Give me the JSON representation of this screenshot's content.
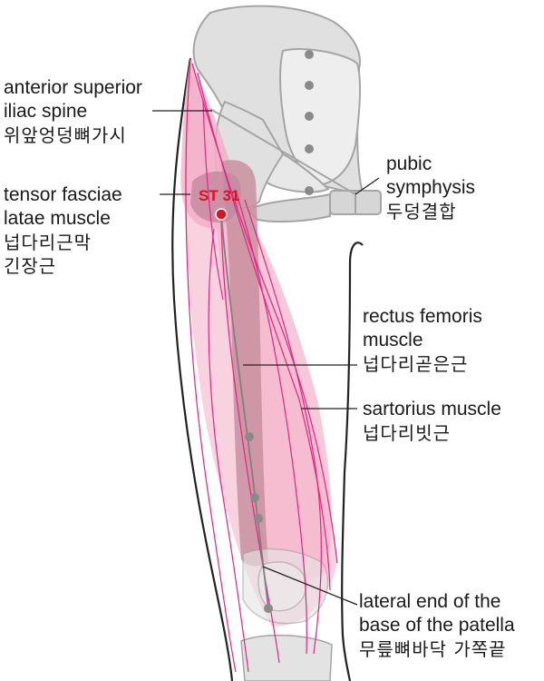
{
  "acupoint": {
    "name": "ST 31",
    "color": "#e0101e"
  },
  "colors": {
    "bone": "#e0e0e0",
    "bone_stroke": "#a5a5a5",
    "muscle_fill": "#f7c3d6",
    "muscle_line": "#e02585",
    "femur_shaft": "#c8909f",
    "marker": "#8a8a8a"
  },
  "labels": {
    "asis": {
      "line1": "anterior superior",
      "line2": "iliac spine",
      "kor": "위앞엉덩뼈가시"
    },
    "tfl": {
      "line1": "tensor fasciae",
      "line2": "latae muscle",
      "kor1": "넙다리근막",
      "kor2": "긴장근"
    },
    "pubic": {
      "line1": "pubic",
      "line2": "symphysis",
      "kor": "두덩결합"
    },
    "rectus": {
      "line1": "rectus femoris",
      "line2": "muscle",
      "kor": "넙다리곧은근"
    },
    "sartorius": {
      "line1": "sartorius muscle",
      "kor": "넙다리빗근"
    },
    "patella": {
      "line1": "lateral end of the",
      "line2": "base of the patella",
      "kor": "무릎뼈바닥 가쪽끝"
    }
  }
}
